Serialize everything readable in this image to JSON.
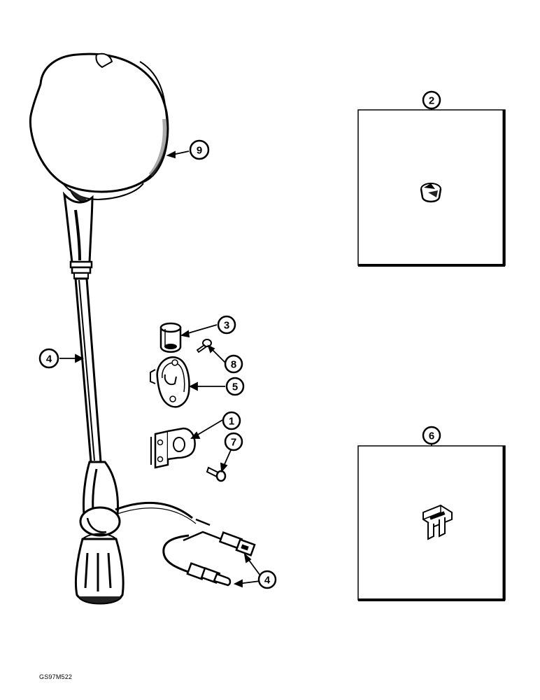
{
  "callouts": {
    "c9": "9",
    "c2": "2",
    "c3": "3",
    "c8": "8",
    "c4_stalk": "4",
    "c5": "5",
    "c1": "1",
    "c7": "7",
    "c6": "6",
    "c4_harness": "4"
  },
  "drawing_code": "GS97M522"
}
